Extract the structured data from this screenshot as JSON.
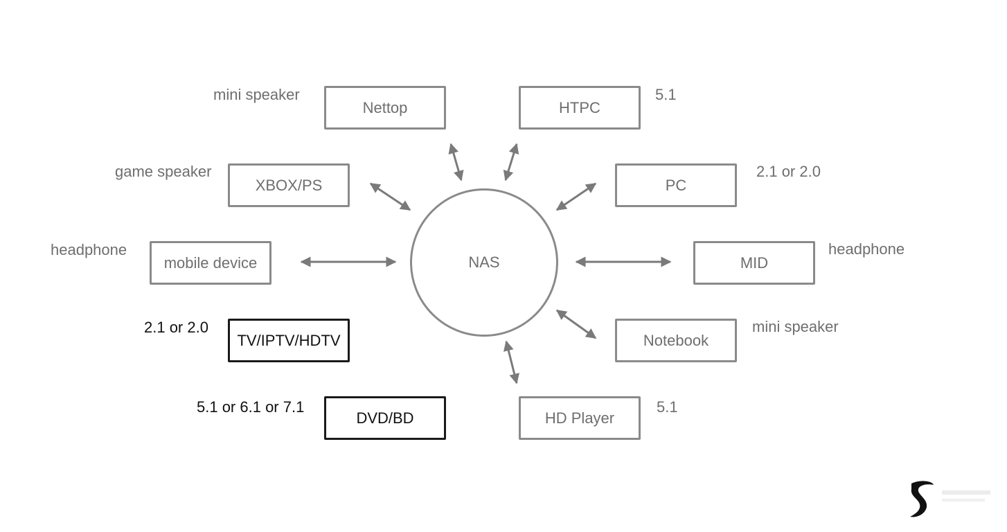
{
  "hub": {
    "label": "NAS"
  },
  "colors": {
    "stroke": "#8a8a8a",
    "dark": "#1a1a1a",
    "text": "#6e6e6e"
  },
  "devices": [
    {
      "id": "nettop",
      "label": "Nettop",
      "note": "mini speaker"
    },
    {
      "id": "htpc",
      "label": "HTPC",
      "note": "5.1"
    },
    {
      "id": "xbox",
      "label": "XBOX/PS",
      "note": "game speaker"
    },
    {
      "id": "pc",
      "label": "PC",
      "note": "2.1 or 2.0"
    },
    {
      "id": "mobile",
      "label": "mobile device",
      "note": "headphone"
    },
    {
      "id": "mid",
      "label": "MID",
      "note": "headphone"
    },
    {
      "id": "tv",
      "label": "TV/IPTV/HDTV",
      "note": "2.1 or 2.0"
    },
    {
      "id": "notebook",
      "label": "Notebook",
      "note": "mini speaker"
    },
    {
      "id": "dvd",
      "label": "DVD/BD",
      "note": "5.1 or 6.1 or 7.1"
    },
    {
      "id": "hdplayer",
      "label": "HD Player",
      "note": "5.1"
    }
  ]
}
